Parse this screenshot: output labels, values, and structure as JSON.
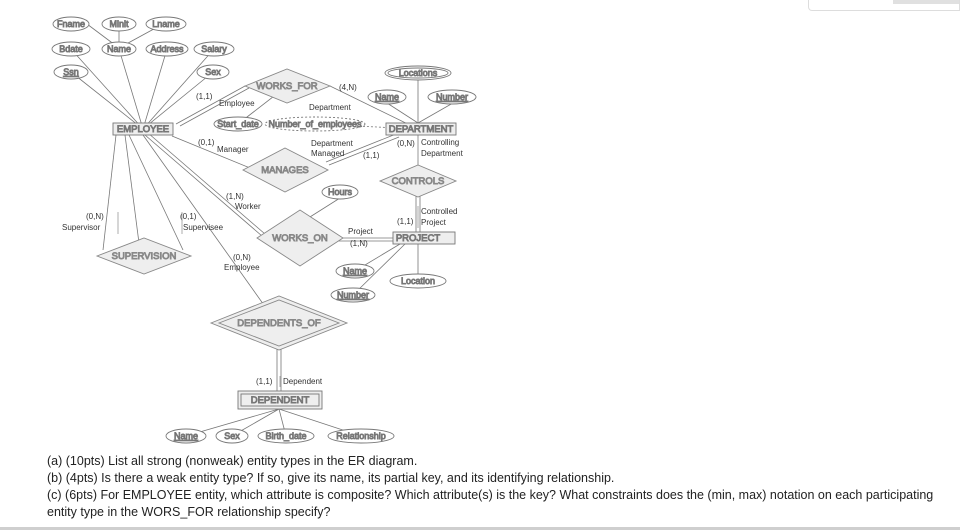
{
  "entities": {
    "employee": "EMPLOYEE",
    "department": "DEPARTMENT",
    "project": "PROJECT",
    "dependent": "DEPENDENT"
  },
  "relationships": {
    "works_for": "WORKS_FOR",
    "manages": "MANAGES",
    "works_on": "WORKS_ON",
    "controls": "CONTROLS",
    "supervision": "SUPERVISION",
    "dependents_of": "DEPENDENTS_OF"
  },
  "attributes": {
    "fname": "Fname",
    "minit": "Minit",
    "lname": "Lname",
    "bdate": "Bdate",
    "name": "Name",
    "address": "Address",
    "salary": "Salary",
    "ssn": "Ssn",
    "sex": "Sex",
    "start_date": "Start_date",
    "number_of_employees": "Number_of_employees",
    "locations": "Locations",
    "dept_name": "Name",
    "dept_number": "Number",
    "hours": "Hours",
    "proj_name": "Name",
    "proj_number": "Number",
    "location": "Location",
    "dep_name": "Name",
    "dep_sex": "Sex",
    "birth_date": "Birth_date",
    "relationship": "Relationship"
  },
  "constraints": {
    "works_for_employee": "(1,1)",
    "works_for_department": "(4,N)",
    "manages_manager": "(0,1)",
    "manages_department": "(1,1)",
    "works_on_worker": "(1,N)",
    "works_on_project": "(1,N)",
    "controls_department": "(0,N)",
    "controls_project": "(1,1)",
    "supervisor": "(0,N)",
    "supervisee": "(0,1)",
    "dependents_employee": "(0,N)",
    "dependents_dependent": "(1,1)"
  },
  "roles": {
    "employee": "Employee",
    "department": "Department",
    "manager": "Manager",
    "department_managed_1": "Department",
    "department_managed_2": "Managed",
    "worker": "Worker",
    "project": "Project",
    "controlling_1": "Controlling",
    "controlling_2": "Department",
    "controlled_1": "Controlled",
    "controlled_2": "Project",
    "supervisor": "Supervisor",
    "supervisee": "Supervisee",
    "dependents_employee": "Employee",
    "dependent": "Dependent"
  },
  "questions": {
    "a": "(a) (10pts) List all strong (nonweak) entity types in the ER diagram.",
    "b": "(b) (4pts) Is there a weak entity type? If so, give its name, its partial key, and its identifying relationship.",
    "c": "(c) (6pts) For EMPLOYEE entity, which attribute is composite? Which attribute(s) is the key? What constraints does the (min, max) notation on each participating entity type in the WORS_FOR relationship specify?"
  }
}
